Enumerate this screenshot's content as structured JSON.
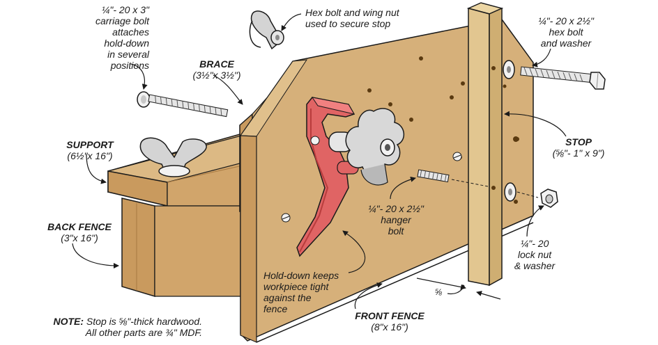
{
  "colors": {
    "mdf_light": "#d6b07a",
    "mdf_mid": "#c99a5e",
    "mdf_dark": "#a87a42",
    "hardwood": "#e2c690",
    "hold_down_red": "#e06464",
    "hold_down_dark": "#b83c3c",
    "metal_light": "#f2f2f2",
    "metal_mid": "#c8c8c8",
    "metal_dark": "#8a8a8a",
    "ink": "#1a1a1a"
  },
  "labels": {
    "carriage_bolt": {
      "lines": [
        "¼\"- 20 x 3\"",
        "carriage bolt",
        "attaches",
        "hold-down",
        "in several",
        "positions"
      ]
    },
    "hex_wing": {
      "lines": [
        "Hex bolt and wing nut",
        "used to secure stop"
      ]
    },
    "hex_bolt_washer": {
      "lines": [
        "¼\"- 20 x 2½\"",
        "hex bolt",
        "and washer"
      ]
    },
    "brace": {
      "title": "BRACE",
      "dims": "(3½\"x 3½\")"
    },
    "support": {
      "title": "SUPPORT",
      "dims": "(6½\"x 16\")"
    },
    "stop": {
      "title": "STOP",
      "dims": "(⅝\"- 1\" x 9\")"
    },
    "hanger_bolt": {
      "lines": [
        "¼\"- 20 x 2½\"",
        "hanger",
        "bolt"
      ]
    },
    "lock_nut": {
      "lines": [
        "¼\"- 20",
        "lock nut",
        "& washer"
      ]
    },
    "back_fence": {
      "title": "BACK FENCE",
      "dims": "(3\"x 16\")"
    },
    "hold_down": {
      "lines": [
        "Hold-down keeps",
        "workpiece tight",
        "against the",
        "fence"
      ]
    },
    "front_fence": {
      "title": "FRONT FENCE",
      "dims": "(8\"x 16\")"
    },
    "offset": {
      "value": "⅝"
    },
    "note": {
      "prefix": "NOTE:",
      "line1": " Stop is ⅝\"-thick hardwood.",
      "line2": "All other parts are ¾\" MDF."
    }
  },
  "icons": [
    "wing-nut-icon",
    "carriage-bolt-icon",
    "hex-bolt-icon",
    "hanger-bolt-icon",
    "lock-nut-icon",
    "star-knob-icon",
    "hold-down-clamp-icon"
  ]
}
